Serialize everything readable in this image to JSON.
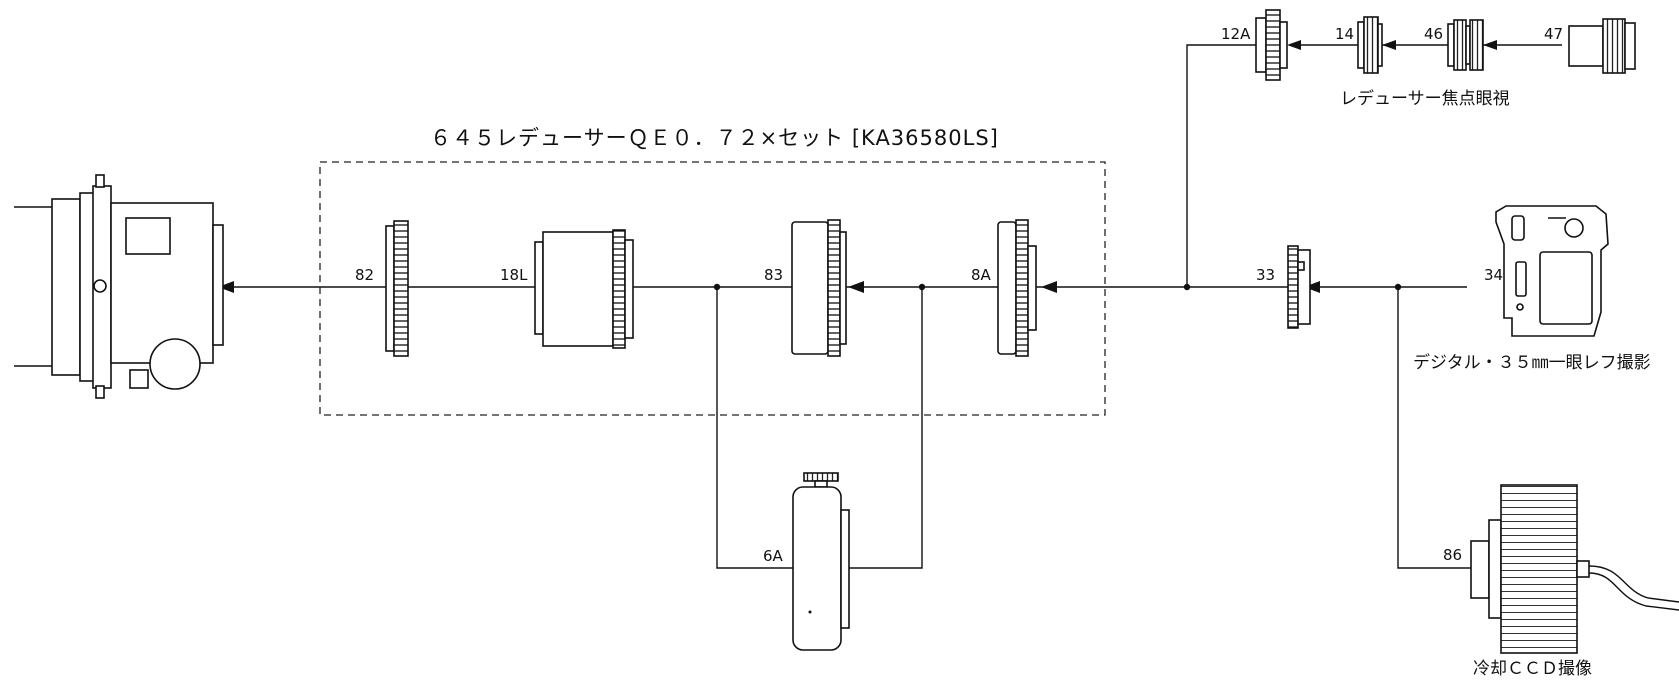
{
  "kit": {
    "title": "６４５レデューサーＱＥ０．７２×セット [KA36580LS]"
  },
  "parts": {
    "p82": "82",
    "p18L": "18L",
    "p83": "83",
    "p8A": "8A",
    "p6A": "6A",
    "p33": "33",
    "p34": "34",
    "p86": "86",
    "p12A": "12A",
    "p14": "14",
    "p46": "46",
    "p47": "47"
  },
  "captions": {
    "visual": "レデューサー焦点眼視",
    "dslr": "デジタル・３５㎜一眼レフ撮影",
    "ccd": "冷却ＣＣＤ撮像"
  }
}
